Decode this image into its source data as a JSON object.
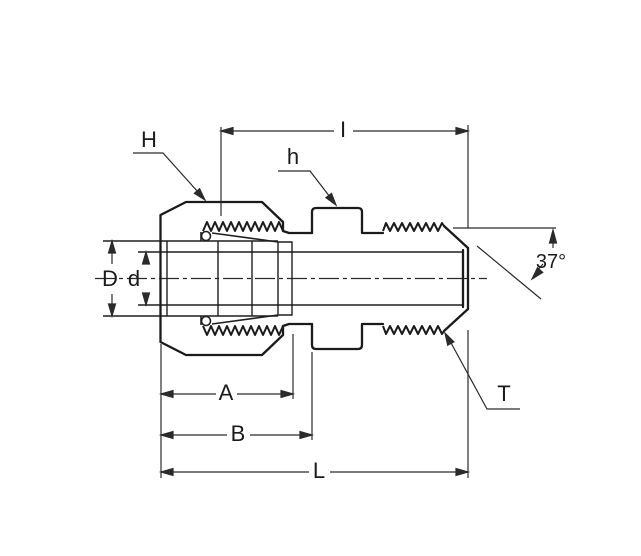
{
  "labels": {
    "H": "H",
    "h": "h",
    "I": "I",
    "D": "D",
    "d": "d",
    "A": "A",
    "B": "B",
    "L": "L",
    "T": "T",
    "angle": "37°"
  },
  "colors": {
    "outline": "#1b1b1b",
    "thin_line": "#2b2b2b",
    "background": "#ffffff"
  }
}
